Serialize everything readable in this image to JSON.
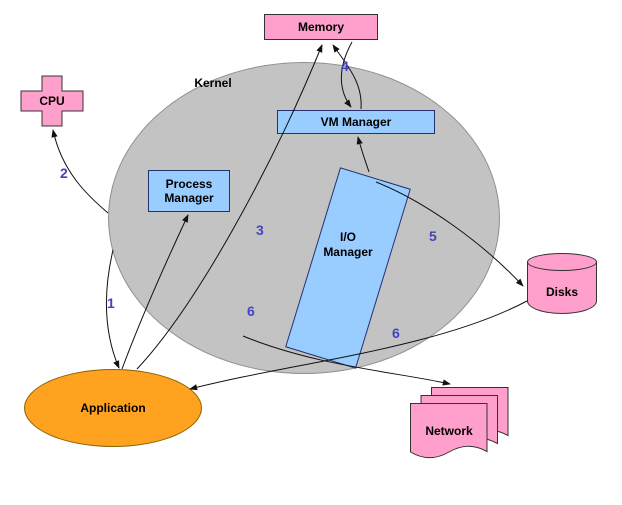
{
  "nodes": {
    "memory": {
      "label": "Memory"
    },
    "cpu": {
      "label": "CPU"
    },
    "kernel": {
      "label": "Kernel"
    },
    "vm_manager": {
      "label": "VM Manager"
    },
    "process_manager": {
      "label": "Process Manager"
    },
    "io_manager": {
      "label": "I/O Manager"
    },
    "disks": {
      "label": "Disks"
    },
    "application": {
      "label": "Application"
    },
    "network": {
      "label": "Network"
    }
  },
  "step_labels": [
    "1",
    "2",
    "3",
    "4",
    "5",
    "6"
  ],
  "edges": [
    {
      "from": "kernel",
      "to": "application",
      "label": "1"
    },
    {
      "from": "kernel",
      "to": "cpu",
      "label": "2"
    },
    {
      "from": "application",
      "to": "process_manager",
      "label": ""
    },
    {
      "from": "application",
      "to": "memory",
      "label": "3"
    },
    {
      "from": "memory",
      "to": "vm_manager",
      "label": "4",
      "bidirectional": true
    },
    {
      "from": "io_manager",
      "to": "vm_manager",
      "label": ""
    },
    {
      "from": "io_manager",
      "to": "disks",
      "label": "5"
    },
    {
      "from": "disks",
      "to": "application",
      "label": "6"
    },
    {
      "from": "kernel",
      "to": "network",
      "label": "6"
    }
  ],
  "colors": {
    "background": "#ffffff",
    "gray": "#c3c3c3",
    "pink": "#ff9fcb",
    "blue": "#99ccff",
    "orange": "#ffa21f",
    "number": "#4343be",
    "line": "#111111"
  }
}
